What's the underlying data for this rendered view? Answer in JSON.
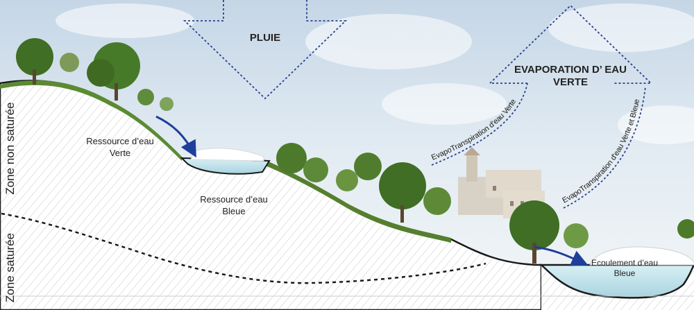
{
  "arrows": {
    "rain_label": "PLUIE",
    "evaporation_label_line1": "EVAPORATION D’ EAU",
    "evaporation_label_line2": "VERTE"
  },
  "curves": {
    "green_transpiration": "EvapoTranspiration d'eau Verte",
    "green_blue_transpiration": "EvapoTranspiration d'eau Verte et Bleue"
  },
  "labels": {
    "green_resource_line1": "Ressource d’eau",
    "green_resource_line2": "Verte",
    "blue_resource_line1": "Ressource d’eau",
    "blue_resource_line2": "Bleue",
    "outflow_line1": "Ecoulement d’eau",
    "outflow_line2": "Bleue"
  },
  "zones": {
    "unsaturated": "Zone  non saturée",
    "saturated": "Zone saturée"
  },
  "colors": {
    "arrow_outline": "#2b3f8f",
    "flow_arrow": "#1f3f9a",
    "water": "#bfe2ea",
    "ground_line": "#1a1a1a",
    "vegetation": "#4e7a2c"
  }
}
